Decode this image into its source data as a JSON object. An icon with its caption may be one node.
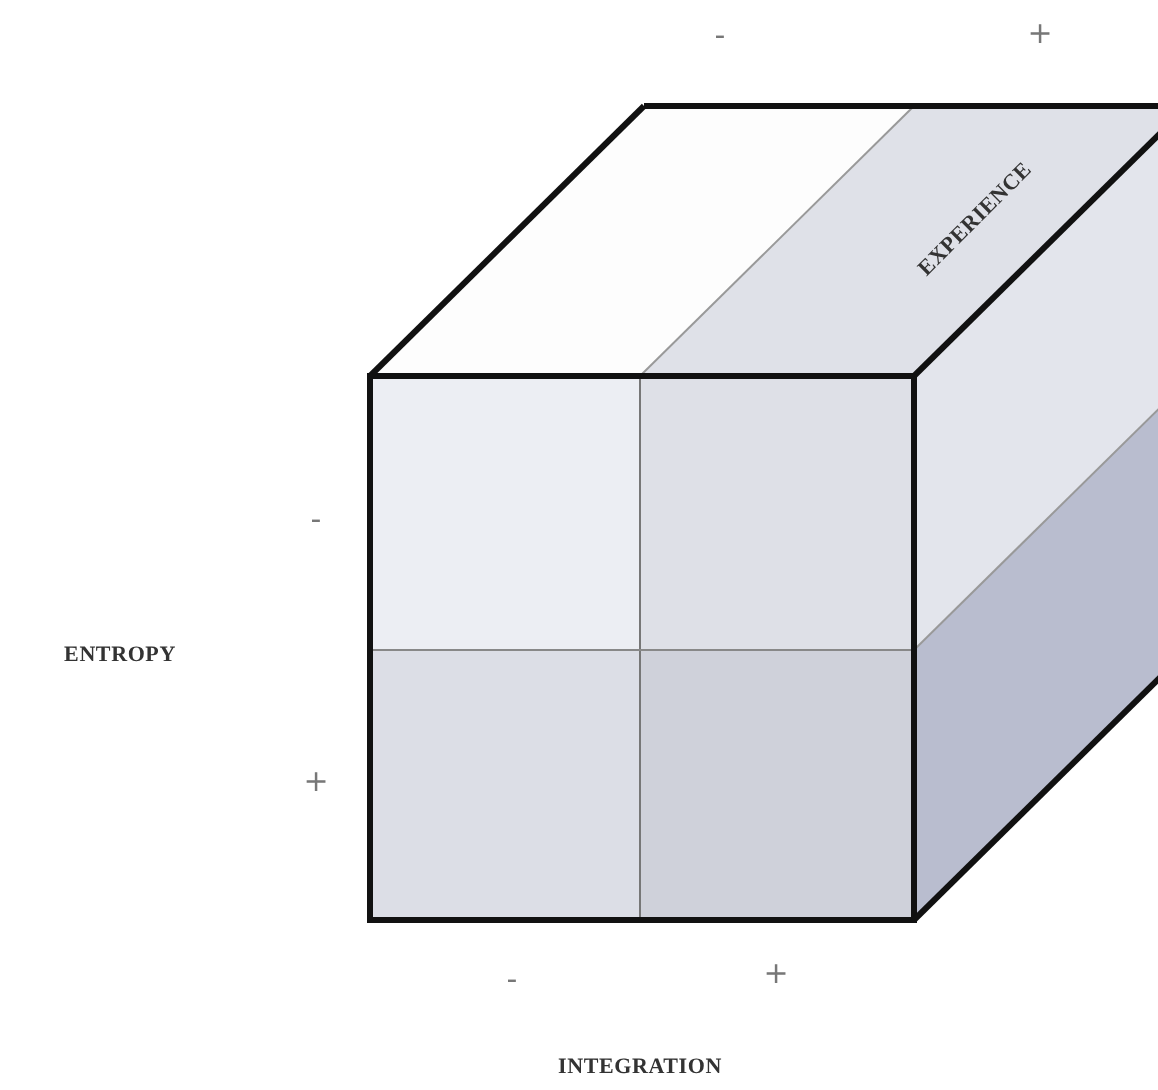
{
  "diagram": {
    "labels": [
      "-",
      "+",
      "EXPERIENCE",
      "-",
      "ENTROPY",
      "+",
      "-",
      "+",
      "INTEGRATION"
    ]
  }
}
